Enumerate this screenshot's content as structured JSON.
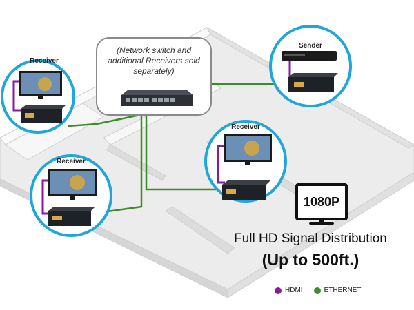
{
  "nodes": {
    "receiver_1": "Receiver",
    "receiver_2": "Receiver",
    "receiver_3": "Receiver",
    "sender": "Sender"
  },
  "note": "(Network switch and additional Receivers sold separately)",
  "resolution_badge": "1080P",
  "headline": "Full HD Signal Distribution",
  "subheadline": "(Up to 500ft.)",
  "legend": {
    "hdmi_label": "HDMI",
    "ethernet_label": "ETHERNET"
  },
  "colors": {
    "hdmi": "#8a1a9b",
    "ethernet": "#3c8c2b",
    "circle_border": "#1fa6dc"
  }
}
